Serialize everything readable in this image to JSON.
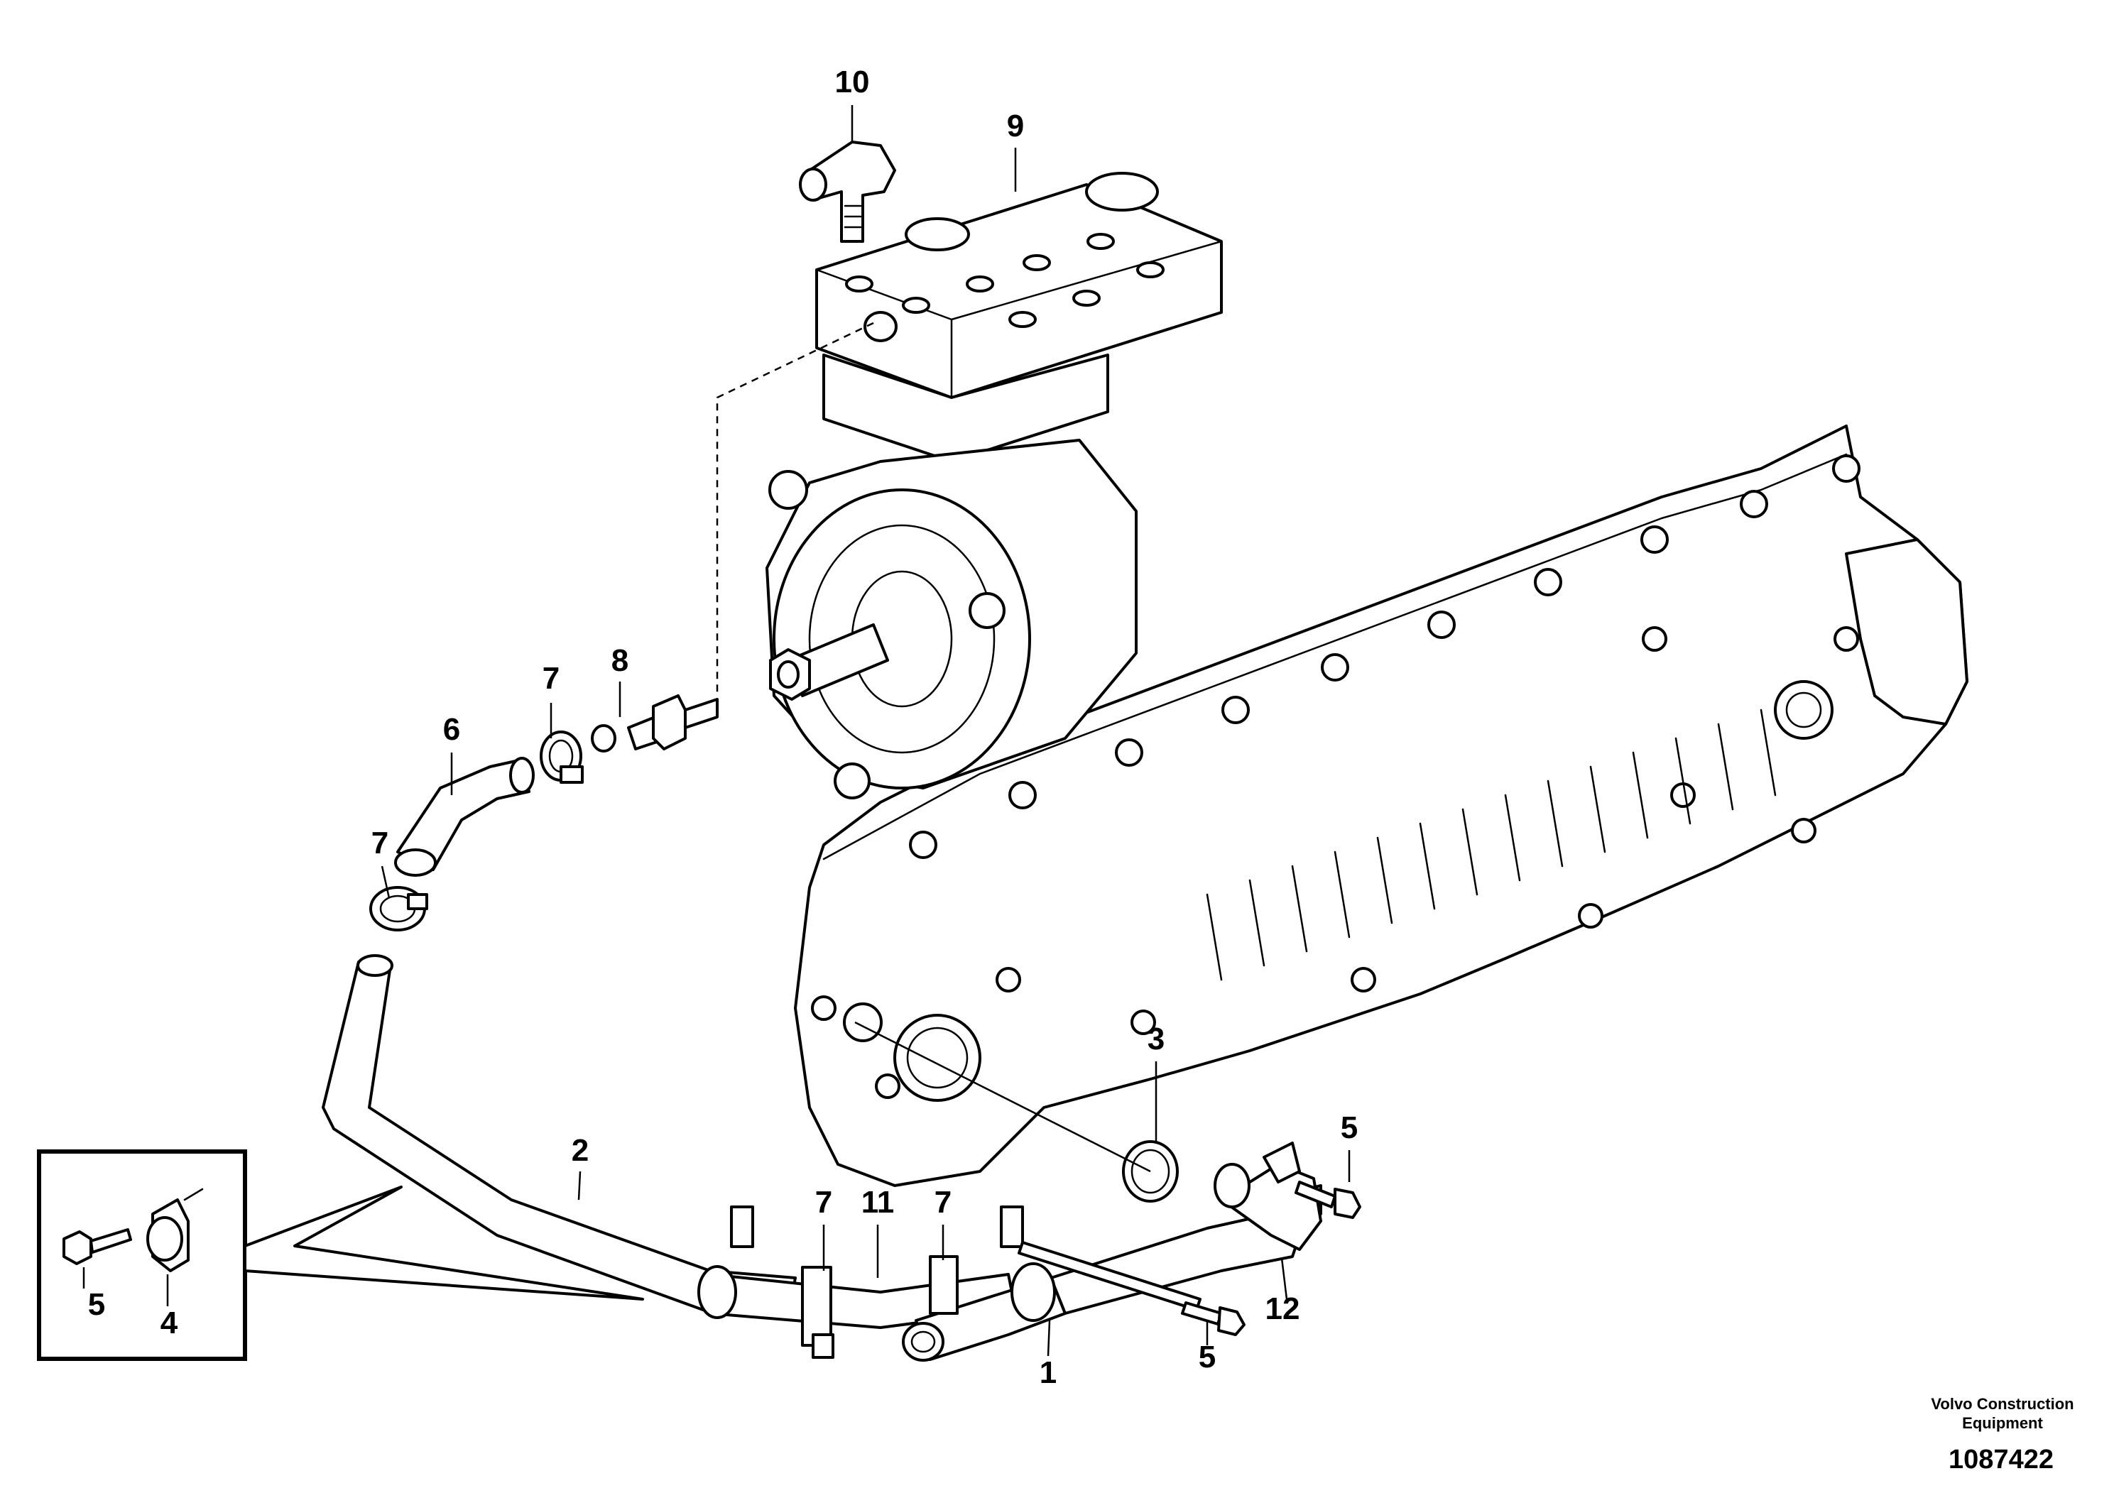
{
  "callouts": {
    "c1": "1",
    "c2": "2",
    "c3": "3",
    "c4": "4",
    "c5a": "5",
    "c5b": "5",
    "c5c": "5",
    "c6": "6",
    "c7a": "7",
    "c7b": "7",
    "c7c": "7",
    "c7d": "7",
    "c8": "8",
    "c9": "9",
    "c10": "10",
    "c11": "11",
    "c12": "12"
  },
  "footer": {
    "company_line1": "Volvo Construction",
    "company_line2": "Equipment",
    "drawing_number": "1087422"
  }
}
